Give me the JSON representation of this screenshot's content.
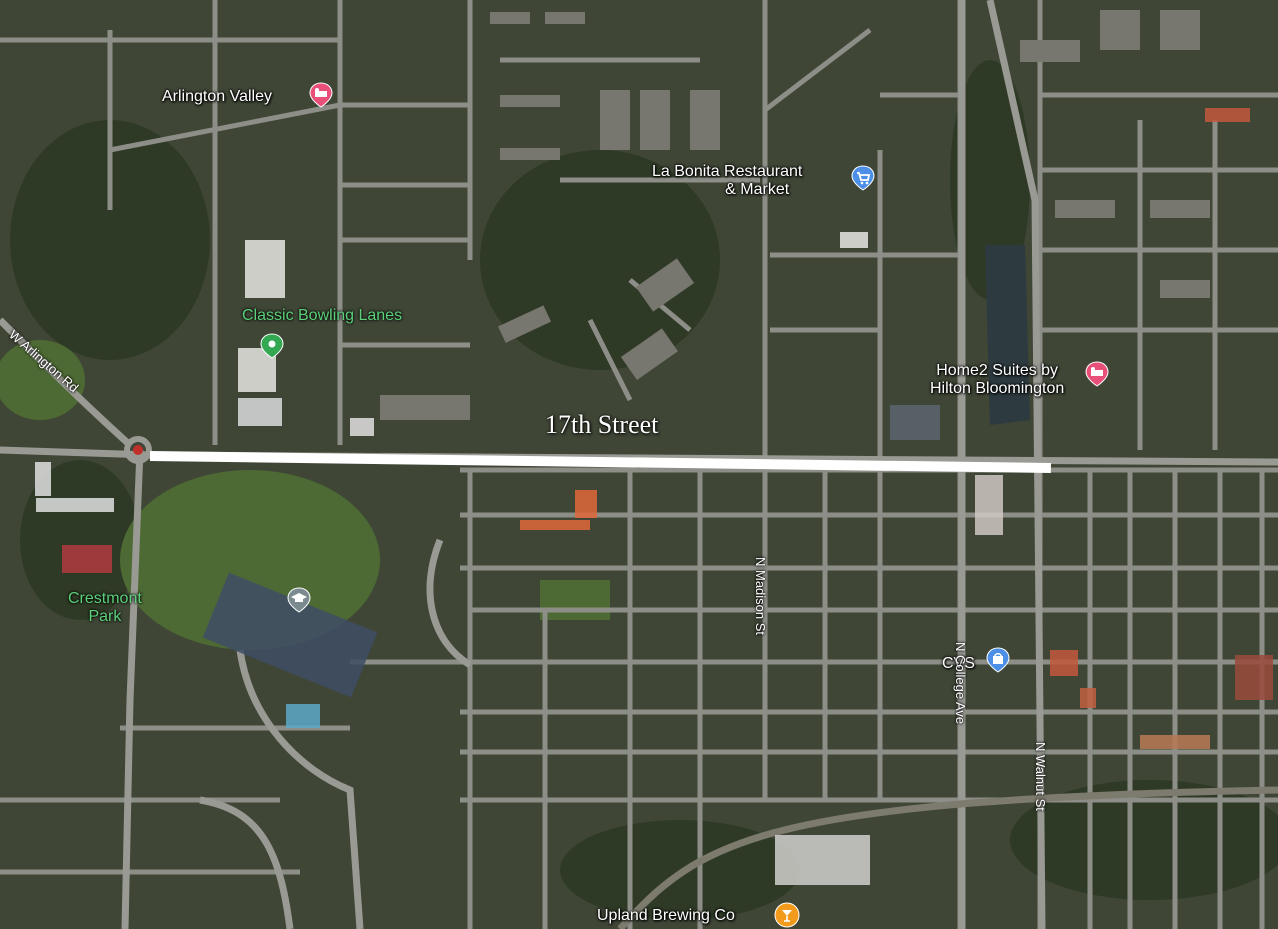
{
  "overlay": {
    "title": "17th Street"
  },
  "places": {
    "arlington_valley": "Arlington Valley",
    "la_bonita_line1": "La Bonita Restaurant",
    "la_bonita_line2": "& Market",
    "classic_bowling": "Classic Bowling Lanes",
    "home2_line1": "Home2 Suites by",
    "home2_line2": "Hilton Bloomington",
    "crestmont_line1": "Crestmont",
    "crestmont_line2": "Park",
    "cvs": "CVS",
    "upland": "Upland Brewing Co"
  },
  "streets": {
    "arlington_rd": "W Arlington Rd",
    "madison": "N Madison St",
    "college": "N College Ave",
    "walnut": "N Walnut St"
  },
  "icons": {
    "lodging": "hotel-bed-icon",
    "shopping": "shopping-cart-icon",
    "bowling": "green-place-pin-icon",
    "school": "graduation-cap-icon",
    "store": "shopping-bag-icon",
    "bar": "cocktail-icon"
  },
  "colors": {
    "ground": "#3e4535",
    "road": "#8c8c86",
    "highlight": "#ffffff",
    "lodging_pin": "#e8507a",
    "shopping_pin": "#4d8fe6",
    "green_pin": "#33a852",
    "bar_pin": "#f29a1b"
  }
}
